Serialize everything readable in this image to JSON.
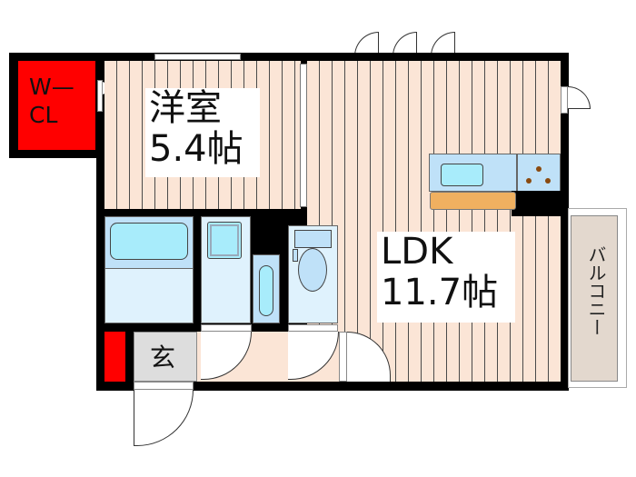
{
  "rooms": {
    "walk_in_closet": {
      "line1": "W—",
      "line2": "CL"
    },
    "western_room": {
      "name": "洋室",
      "size": "5.4帖"
    },
    "ldk": {
      "name": "LDK",
      "size": "11.7帖"
    },
    "entrance": {
      "name": "玄"
    },
    "balcony": {
      "name": "バルコニー"
    }
  },
  "colors": {
    "closet": "#ff0000",
    "floor": "#fbe5d6",
    "wet_area": "#dff2fd",
    "counter": "#f0b060",
    "balcony": "#e3d8ce"
  }
}
